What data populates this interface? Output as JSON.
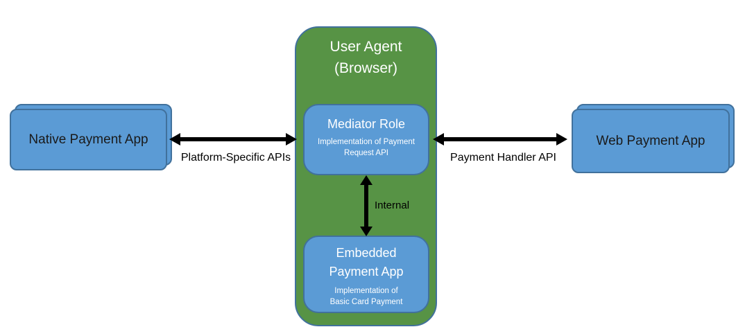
{
  "diagram": {
    "user_agent": {
      "title_line1": "User Agent",
      "title_line2": "(Browser)"
    },
    "mediator": {
      "title": "Mediator Role",
      "subtitle": "Implementation of Payment Request API"
    },
    "embedded": {
      "title_line1": "Embedded",
      "title_line2": "Payment App",
      "subtitle_line1": "Implementation of",
      "subtitle_line2": "Basic Card Payment"
    },
    "native_app": {
      "label": "Native Payment App"
    },
    "web_app": {
      "label": "Web Payment App"
    },
    "edges": {
      "platform_label": "Platform-Specific APIs",
      "handler_label": "Payment Handler API",
      "internal_label": "Internal"
    },
    "colors": {
      "green_fill": "#579345",
      "blue_fill": "#5B9BD5",
      "border": "#41719C",
      "arrow": "#000000"
    }
  }
}
